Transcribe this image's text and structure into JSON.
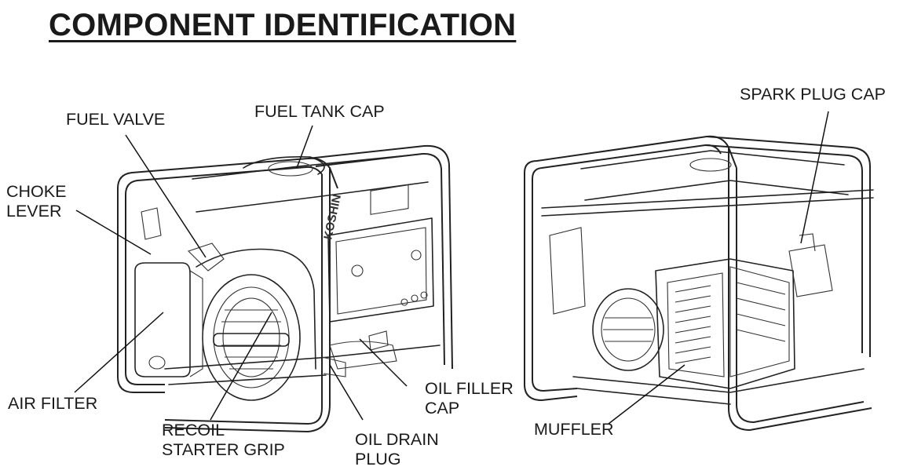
{
  "title": "COMPONENT IDENTIFICATION",
  "brand": "KOSHIN",
  "labels": {
    "fuel_valve": "FUEL VALVE",
    "fuel_tank_cap": "FUEL TANK CAP",
    "choke_lever": "CHOKE\nLEVER",
    "air_filter": "AIR FILTER",
    "recoil_starter_grip": "RECOIL\nSTARTER GRIP",
    "oil_drain_plug": "OIL DRAIN\nPLUG",
    "oil_filler_cap": "OIL FILLER\nCAP",
    "muffler": "MUFFLER",
    "spark_plug_cap": "SPARK PLUG CAP"
  },
  "icons": [
    "generator-front-illustration",
    "generator-rear-illustration"
  ]
}
